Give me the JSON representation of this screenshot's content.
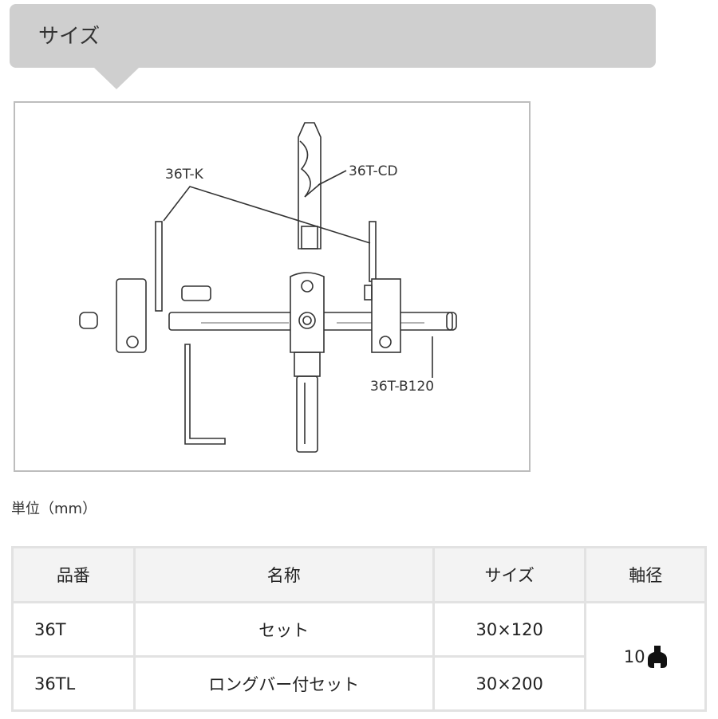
{
  "header": {
    "title": "サイズ"
  },
  "diagram": {
    "labels": {
      "blade": "36T-K",
      "drill": "36T-CD",
      "bar": "36T-B120"
    }
  },
  "unit_note": "単位（mm）",
  "table": {
    "headers": [
      "品番",
      "名称",
      "サイズ",
      "軸径"
    ],
    "rows": [
      {
        "code": "36T",
        "name": "セット",
        "size": "30×120"
      },
      {
        "code": "36TL",
        "name": "ロングバー付セット",
        "size": "30×200"
      }
    ],
    "shaft_diameter": "10",
    "shaft_icon": "sds-shank-icon"
  },
  "colors": {
    "header_bg": "#cfcfcf",
    "table_header_bg": "#f3f3f3",
    "border": "#e2e2e2"
  }
}
